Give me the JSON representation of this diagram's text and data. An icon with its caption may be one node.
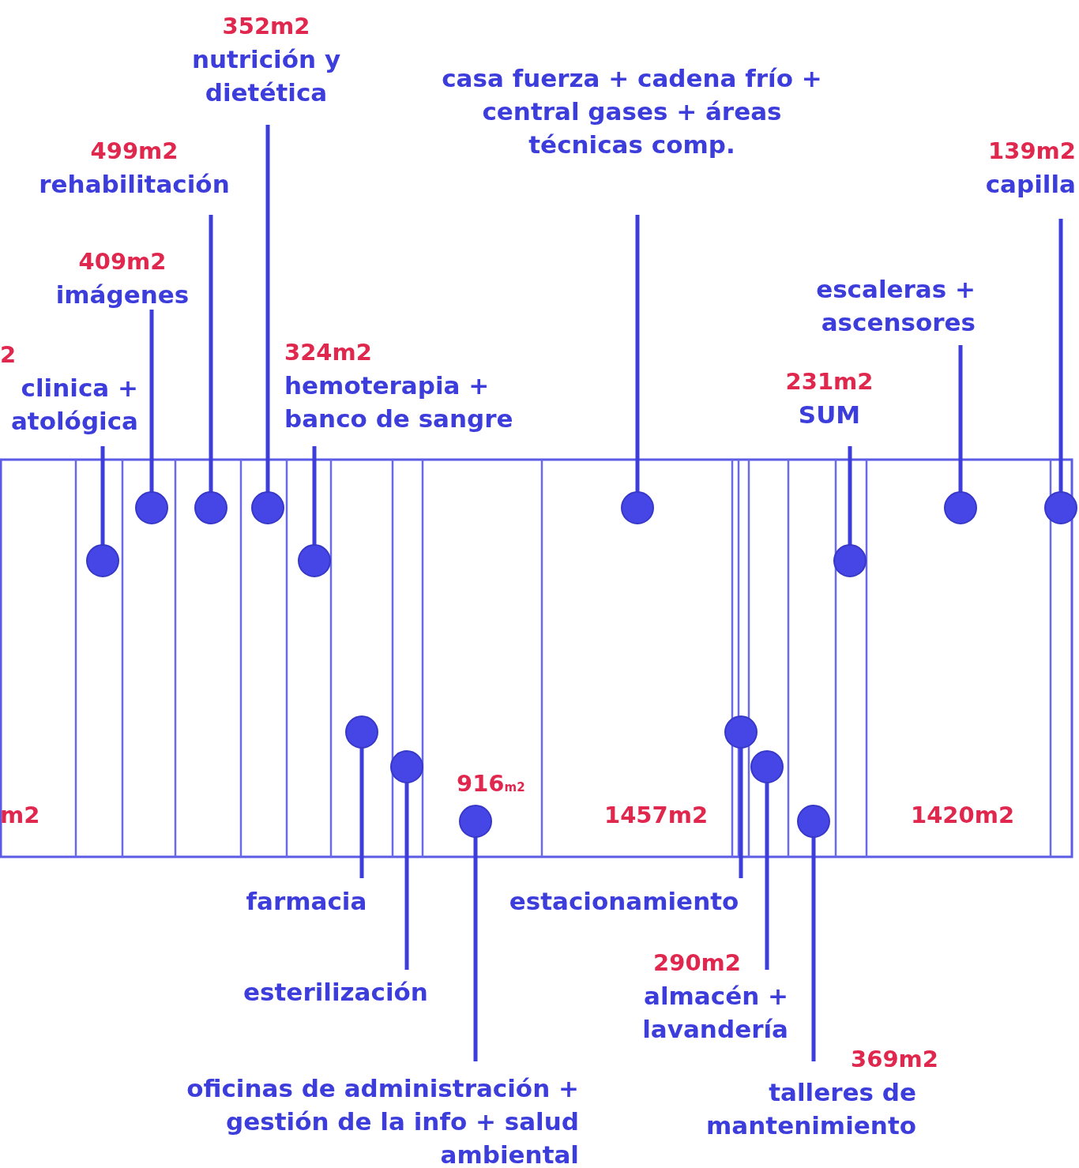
{
  "diagram": {
    "nodes": [
      {
        "text": [
          "2",
          "clinica + atológica"
        ]
      },
      {
        "text": [
          "409m2",
          "imágenes"
        ]
      },
      {
        "text": [
          "499m2",
          "rehabilitación"
        ]
      },
      {
        "text": [
          "352m2",
          "nutrición y dietética"
        ]
      },
      {
        "text": [
          "324m2",
          "hemoterapia + banco de sangre"
        ]
      },
      {
        "text": [
          "casa fuerza + cadena frío + central gases + áreas técnicas comp."
        ]
      },
      {
        "text": [
          "231m2",
          "SUM"
        ]
      },
      {
        "text": [
          "escaleras + ascensores"
        ]
      },
      {
        "text": [
          "139m2",
          "capilla"
        ]
      },
      {
        "text": [
          "farmacia"
        ]
      },
      {
        "text": [
          "esterilización"
        ]
      },
      {
        "text": [
          "oficinas de administración + gestión de la info + salud ambiental"
        ]
      },
      {
        "text": [
          "estacionamiento"
        ]
      },
      {
        "text": [
          "290m2",
          "almacén + lavandería"
        ]
      },
      {
        "text": [
          "369m2",
          "talleres de mantenimiento"
        ]
      }
    ],
    "edges": [
      {
        "from": 0,
        "to": null,
        "arrow": "other"
      },
      {
        "from": 1,
        "to": null,
        "arrow": "other"
      },
      {
        "from": 2,
        "to": null,
        "arrow": "other"
      },
      {
        "from": 3,
        "to": null,
        "arrow": "other"
      },
      {
        "from": 4,
        "to": null,
        "arrow": "other"
      },
      {
        "from": 5,
        "to": null,
        "arrow": "other"
      },
      {
        "from": 6,
        "to": null,
        "arrow": "other"
      },
      {
        "from": 7,
        "to": null,
        "arrow": "other"
      },
      {
        "from": 8,
        "to": null,
        "arrow": "other"
      },
      {
        "from": 9,
        "to": null,
        "arrow": "other"
      },
      {
        "from": 10,
        "to": null,
        "arrow": "other"
      },
      {
        "from": 11,
        "to": null,
        "arrow": "other"
      },
      {
        "from": 12,
        "to": null,
        "arrow": "other"
      },
      {
        "from": 13,
        "to": null,
        "arrow": "other"
      },
      {
        "from": 14,
        "to": null,
        "arrow": "other"
      }
    ],
    "labels": [
      "m2",
      "916$_{m2}$",
      "1457m2",
      "1420m2"
    ]
  }
}
